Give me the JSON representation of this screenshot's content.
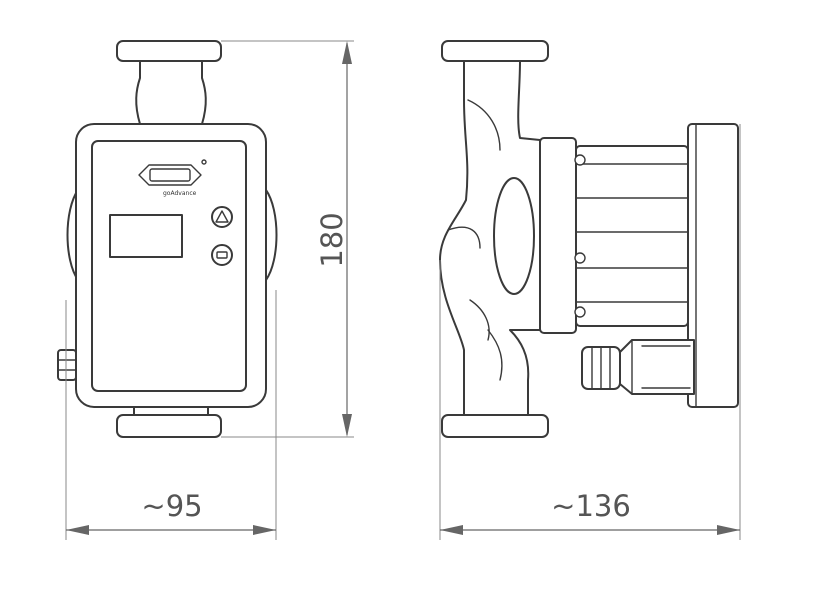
{
  "dimensions": {
    "height_label": "180",
    "front_width_label": "~95",
    "side_width_label": "~136"
  },
  "front_view": {
    "logo_text": "goAdvance"
  },
  "colors": {
    "line": "#3a3a3a",
    "dimension": "#666666",
    "background": "#ffffff"
  }
}
